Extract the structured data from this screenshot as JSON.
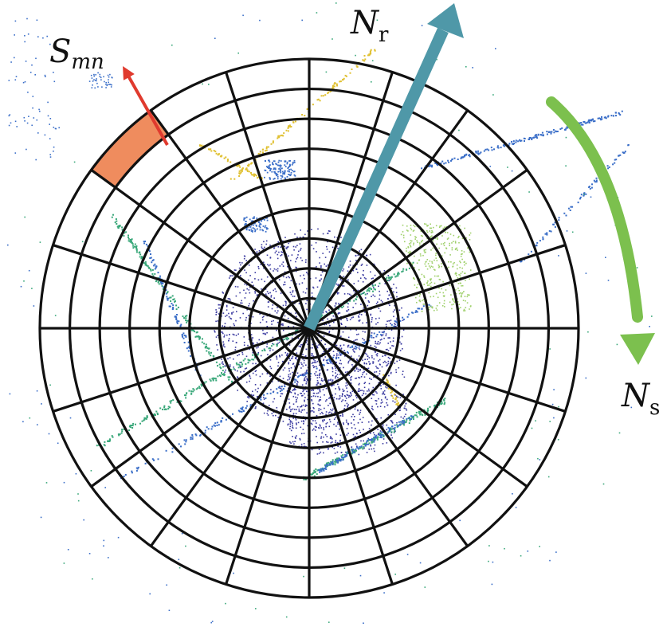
{
  "labels": {
    "s_mn": {
      "main": "S",
      "sub": "mn"
    },
    "n_r": {
      "main": "N",
      "sub": "r"
    },
    "n_s": {
      "main": "N",
      "sub": "s"
    }
  },
  "grid": {
    "rings": 9,
    "sectors": 20,
    "line_color": "#111111"
  },
  "highlight": {
    "ring_index": 8,
    "sector_index": 17,
    "fill_color": "#ef8c5e"
  },
  "colors": {
    "arrow_radial": "#4f98a8",
    "arrow_sector": "#7cc04e",
    "arrow_highlight": "#e03a2e",
    "points_ground": "#3a3aa0",
    "points_structure_green": "#3aa87a",
    "points_structure_yellow": "#e0c030",
    "points_light_green": "#9fd06a",
    "points_blue": "#3a6ec8"
  }
}
